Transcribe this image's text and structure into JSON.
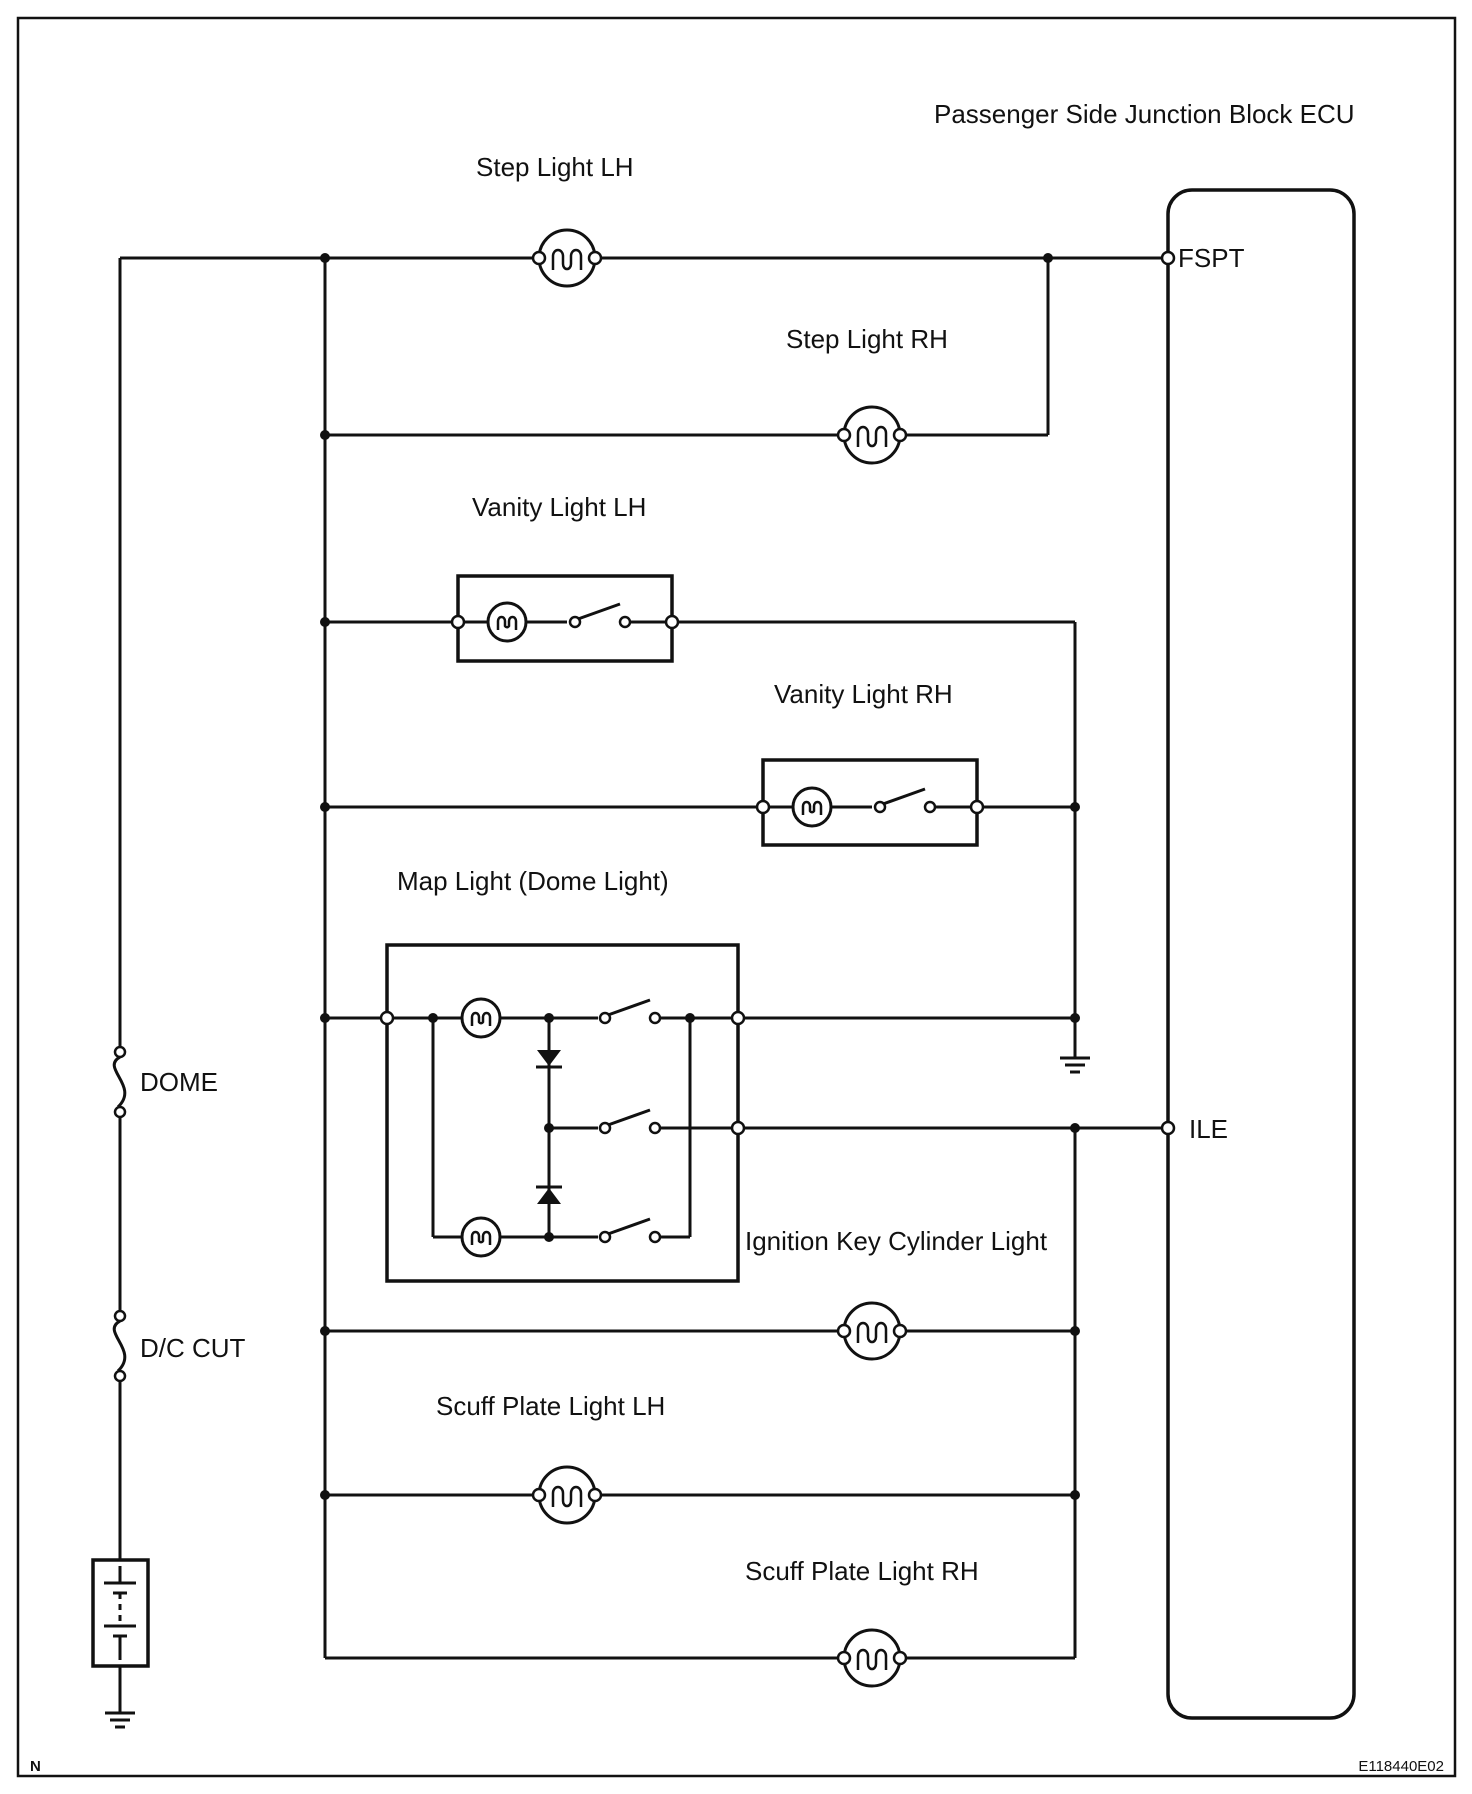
{
  "labels": {
    "ecu": "Passenger Side Junction Block ECU",
    "fspt": "FSPT",
    "ile": "ILE",
    "step_lh": "Step Light LH",
    "step_rh": "Step Light RH",
    "vanity_lh": "Vanity Light LH",
    "vanity_rh": "Vanity Light RH",
    "map_light": "Map Light (Dome Light)",
    "ignition": "Ignition Key Cylinder Light",
    "scuff_lh": "Scuff Plate Light LH",
    "scuff_rh": "Scuff Plate Light RH",
    "dome": "DOME",
    "dc_cut": "D/C CUT",
    "corner_left": "N",
    "corner_right": "E118440E02"
  },
  "icons": {
    "bulb": "bulb-icon",
    "switch": "switch-icon",
    "fuse": "fuse-icon",
    "battery": "battery-icon",
    "ground": "ground-icon",
    "diode": "diode-icon"
  }
}
